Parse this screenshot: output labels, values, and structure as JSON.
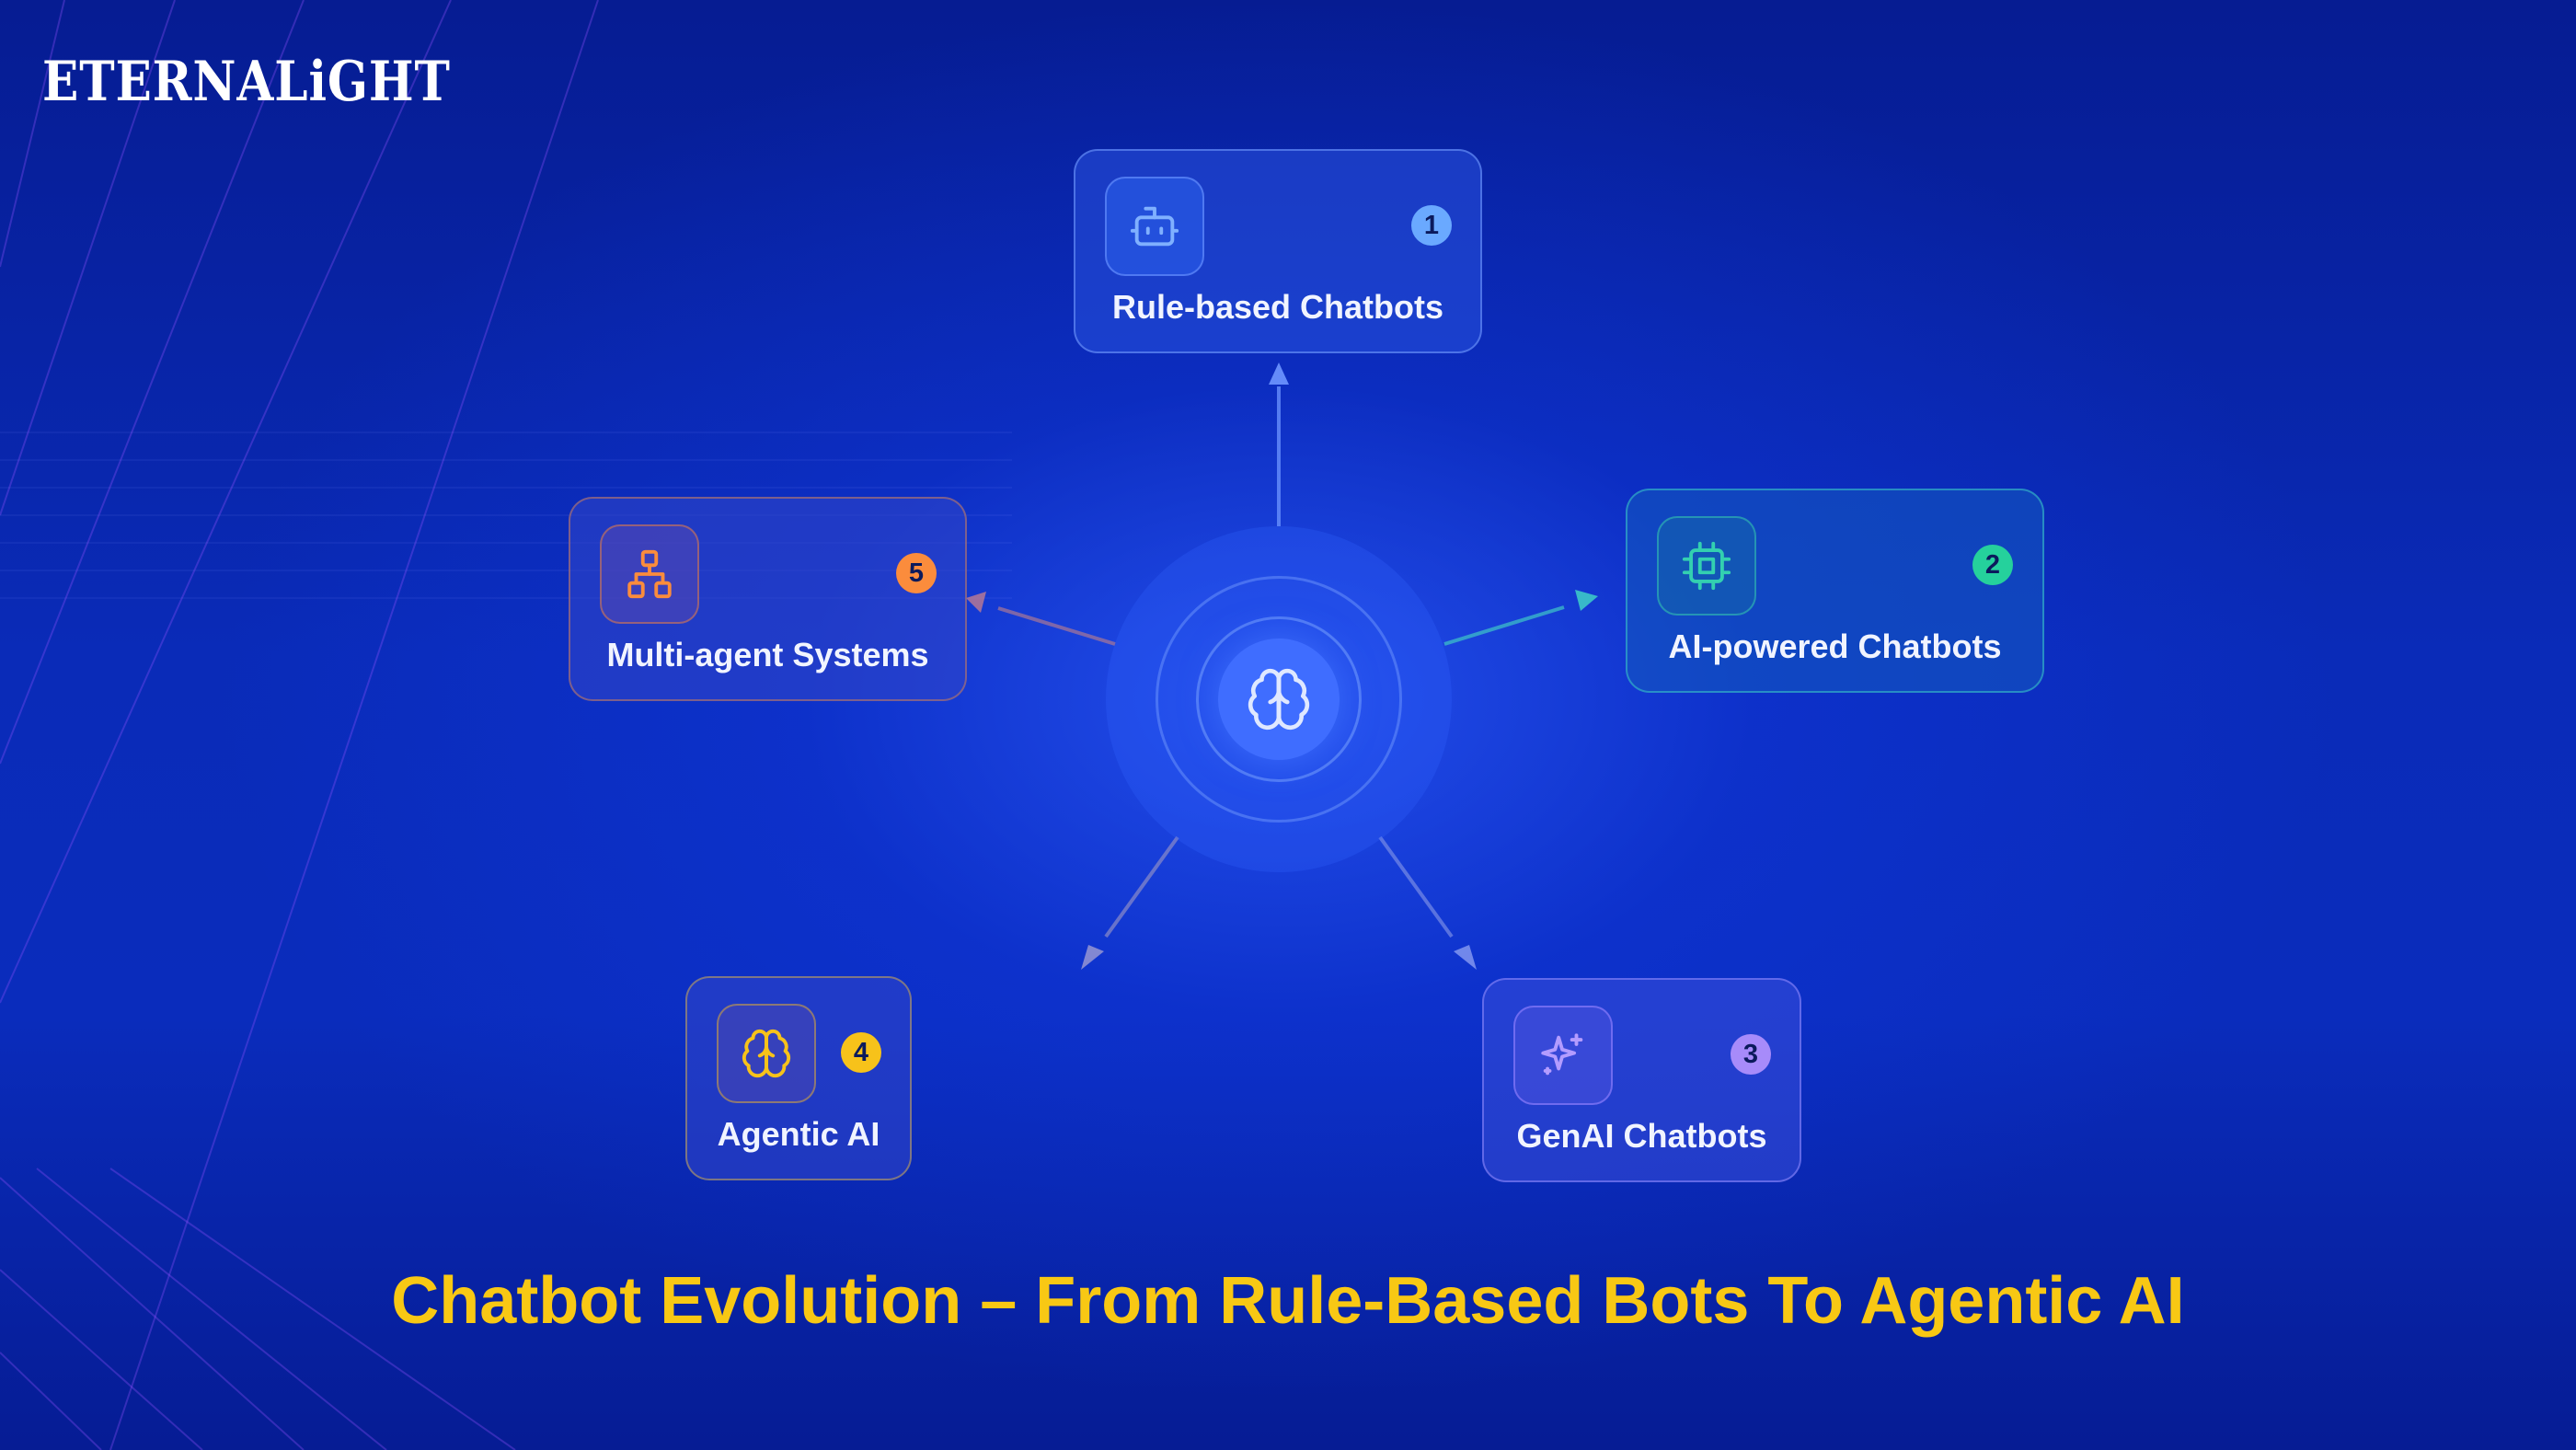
{
  "brand": {
    "name": "ETERNALiGHT"
  },
  "title": "Chatbot Evolution – From Rule-Based Bots To Agentic AI",
  "hub": {
    "icon": "brain-icon"
  },
  "stages": [
    {
      "number": "1",
      "label": "Rule-based Chatbots",
      "icon": "robot-icon",
      "accent": "#6aa9ff"
    },
    {
      "number": "2",
      "label": "AI-powered Chatbots",
      "icon": "cpu-chip-icon",
      "accent": "#25d19c"
    },
    {
      "number": "3",
      "label": "GenAI Chatbots",
      "icon": "sparkles-icon",
      "accent": "#a78bfa"
    },
    {
      "number": "4",
      "label": "Agentic AI",
      "icon": "brain-icon",
      "accent": "#f7c21a"
    },
    {
      "number": "5",
      "label": "Multi-agent Systems",
      "icon": "network-hierarchy-icon",
      "accent": "#fb8c3c"
    }
  ],
  "colors": {
    "background": "#0624a8",
    "title": "#f8c814",
    "hub": "#3f6dff"
  }
}
